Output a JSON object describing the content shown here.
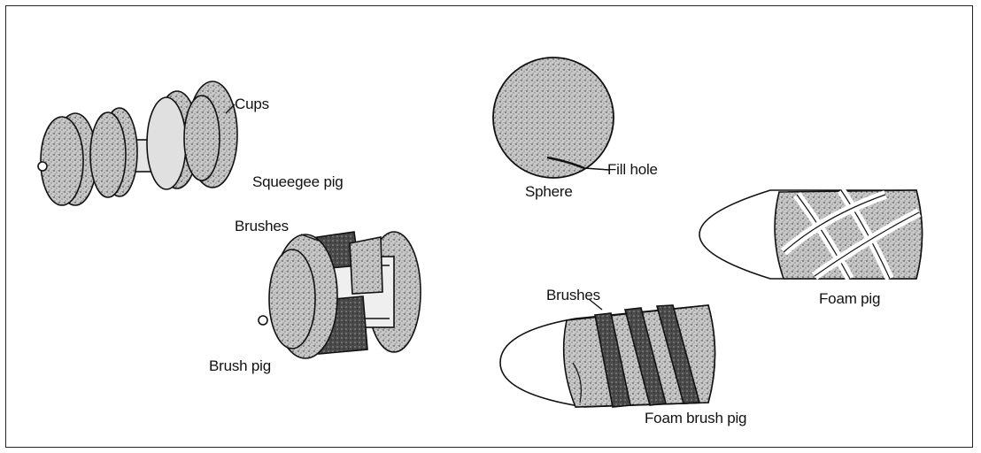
{
  "figure": {
    "labels": {
      "cups": "Cups",
      "squeegee_pig": "Squeegee pig",
      "brushes_top": "Brushes",
      "brush_pig": "Brush pig",
      "fill_hole": "Fill hole",
      "sphere": "Sphere",
      "foam_pig": "Foam pig",
      "brushes_bottom": "Brushes",
      "foam_brush_pig": "Foam brush pig"
    }
  },
  "colors": {
    "ink": "#111111",
    "foam": "#b9b9b9",
    "dark_brush": "#3a3a3a"
  }
}
